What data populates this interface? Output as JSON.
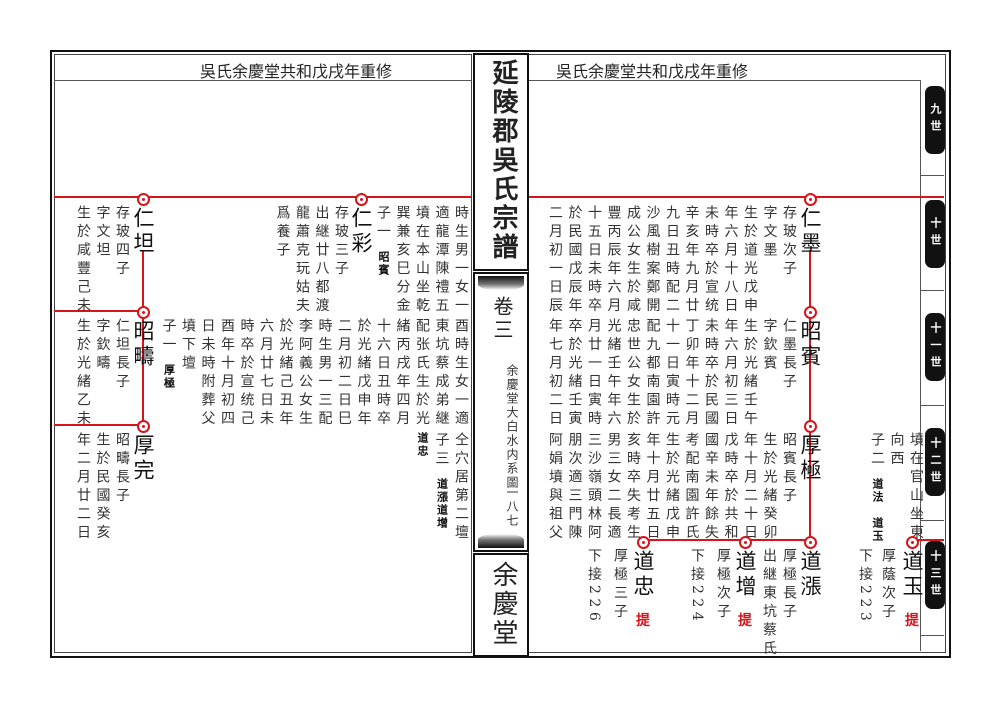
{
  "spine": {
    "title": "延陵郡吳氏宗譜",
    "volume": "卷三",
    "section": "余慶堂大白水内系圖",
    "page_number": "一八七",
    "hall": "余慶堂"
  },
  "left_page": {
    "header": "吳氏余慶堂共和戊戌年重修",
    "blocks": [
      {
        "lines": [
          "時生男一女一",
          "適龍潭陳禮五",
          "墳在本山坐乾",
          "巽兼亥巳分金",
          {
            "text": "子一",
            "note": "昭賓"
          }
        ]
      },
      {
        "name": "仁彩",
        "lines": [
          "存玻三子",
          "出継廿八都渡",
          "龍蕭克玩姑夫",
          "爲養子"
        ]
      },
      {
        "name": "仁坦",
        "lines": [
          "存玻四子",
          "字文坦",
          "生於咸豐己未"
        ]
      },
      {
        "lines": [
          "酉時生女一適",
          "東坑蔡成弟継",
          "配张氏生於光",
          "緒丙戌年四月",
          "十六日丑時卒",
          "於光緒戊申年",
          "二月初二日巳",
          "時生男一三配",
          "李阿義公女生",
          "於光緒己丑年",
          "六月廿七日未",
          "時卒於宣统己",
          "酉年十月初四",
          "日未時附葬父",
          "墳下壇",
          {
            "text": "子一",
            "note": "厚極"
          }
        ]
      },
      {
        "name": "昭疇",
        "lines": [
          "仁坦長子",
          "字欽疇",
          "生於光緒乙未"
        ]
      },
      {
        "lines": [
          "仝穴居第二壇",
          {
            "text": "子三",
            "note": "道漲道增"
          },
          {
            "text": "",
            "note": "道忠"
          }
        ]
      },
      {
        "name": "厚完",
        "lines": [
          "昭疇長子",
          "生於民國癸亥",
          "年二月廿二日"
        ]
      }
    ]
  },
  "right_page": {
    "header": "吳氏余慶堂共和戊戌年重修",
    "blocks": [
      {
        "name": "仁墨",
        "lines": [
          "存玻次子",
          "字文墨",
          "生於道光戊申",
          "年六月十八日",
          "未時卒於宣统",
          "辛亥年九月廿",
          "九日丑時配二",
          "沙風樹案鄭開",
          "成公女生於咸",
          "豐丙辰年六月",
          "十五日未時卒",
          "於民國戊辰年",
          "二月初一日辰"
        ]
      },
      {
        "name": "昭賓",
        "lines": [
          "仁墨長子",
          "字欽賓",
          "生於光緒壬午",
          "年六月初三日",
          "未時卒於民國",
          "丁卯年十二月",
          "十一日寅時元",
          "配九都南園許",
          "忠世公女生於",
          "光緒壬午年六",
          "月廿一日寅時",
          "卒於光緒壬寅",
          "年七月初二日"
        ]
      },
      {
        "lines": [
          "墳在官山坐東",
          "向西",
          {
            "text": "子二",
            "note": "道法　道玉"
          }
        ]
      },
      {
        "name": "厚極",
        "lines": [
          "昭賓長子",
          "生於光緒癸卯",
          "年十月二十日",
          "戊時卒於共和",
          "國辛未年餘失",
          "考配南園許氏",
          "生於光緒戊申",
          "年十月廿五日",
          "亥時卒失考生",
          "男三女二長適",
          "三沙嶺頭林阿",
          "朋次適三門陳",
          "阿娟墳與祖父"
        ]
      },
      {
        "name": "道漲",
        "lines": [
          "厚極長子",
          "出継東坑蔡氏"
        ]
      },
      {
        "name": "道增",
        "lines": [
          "厚極次子",
          "下接224"
        ],
        "mark": "提"
      },
      {
        "name": "道忠",
        "lines": [
          "厚極三子",
          "下接226"
        ],
        "mark": "提"
      },
      {
        "name": "道玉",
        "lines": [
          "厚蔭次子",
          "下接223"
        ],
        "mark": "提"
      }
    ],
    "generation_tabs": [
      "九世",
      "十世",
      "十一世",
      "十二世",
      "十三世"
    ]
  },
  "colors": {
    "lineage_red": "#d8141b",
    "tab_black": "#111111"
  }
}
